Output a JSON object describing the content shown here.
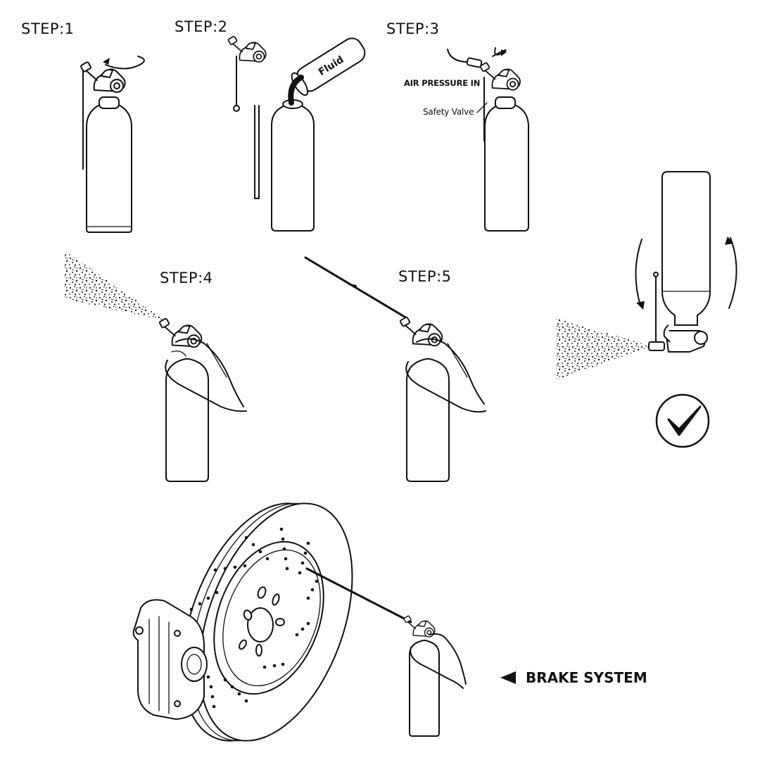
{
  "steps": [
    {
      "label": "STEP:1"
    },
    {
      "label": "STEP:2"
    },
    {
      "label": "STEP:3"
    },
    {
      "label": "STEP:4"
    },
    {
      "label": "STEP:5"
    }
  ],
  "step2": {
    "bottle_label": "Fluid"
  },
  "step3": {
    "air_pressure_label": "AIR PRESSURE IN",
    "safety_valve_label": "Safety Valve"
  },
  "brake": {
    "label": "BRAKE SYSTEM",
    "pointer_icon": "triangle-left-icon"
  },
  "inverted_use": {
    "status_icon": "checkmark-circle-icon"
  },
  "colors": {
    "ink": "#111111",
    "background": "#ffffff"
  }
}
